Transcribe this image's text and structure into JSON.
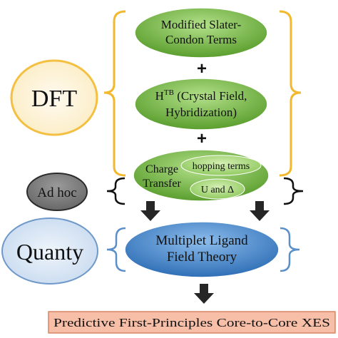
{
  "nodes": {
    "slater": {
      "line1": "Modified Slater-",
      "line2": "Condon Terms"
    },
    "htb": {
      "prefix": "H",
      "superscript": "TB",
      "line1_rest": " (Crystal Field,",
      "line2": "Hybridization)"
    },
    "charge_transfer": {
      "line1": "Charge",
      "line2": "Transfer",
      "hopping": "hopping terms",
      "u_delta": "U and Δ"
    },
    "mlft": {
      "line1": "Multiplet Ligand",
      "line2": "Field Theory"
    },
    "dft": "DFT",
    "adhoc": "Ad hoc",
    "quanty": "Quanty",
    "result": "Predictive First-Principles Core-to-Core XES"
  },
  "plus_symbols": [
    "+",
    "+"
  ],
  "colors": {
    "green_light": "#9bd46a",
    "green_dark": "#5a9e2d",
    "green_inner": "#b9e08c",
    "dft_fill": "#fff5d6",
    "dft_border": "#f4c043",
    "adhoc_fill": "#7a7a7a",
    "adhoc_border": "#2b2b2b",
    "quanty_fill": "#dbe8f5",
    "quanty_border": "#6f99c9",
    "mlft_light": "#6fa8e0",
    "mlft_dark": "#2f6fb6",
    "result_fill": "#f7bfa8",
    "result_border": "#d98466",
    "brace_yellow": "#f2b92f",
    "brace_black": "#111111",
    "brace_blue": "#5b8fc9",
    "arrow": "#262626"
  },
  "icons": {
    "arrow": "down-arrow-icon",
    "plus": "plus-icon"
  }
}
